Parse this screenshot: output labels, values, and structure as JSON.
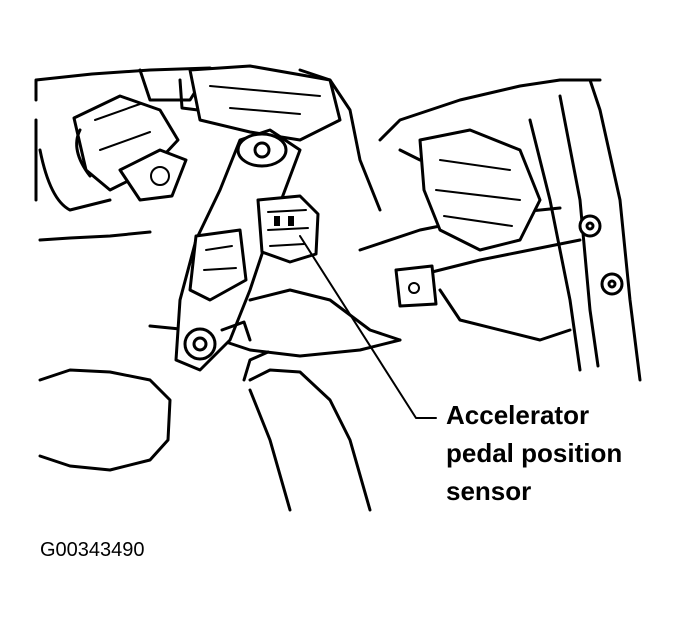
{
  "callout": {
    "line1": "Accelerator",
    "line2": "pedal position",
    "line3": "sensor"
  },
  "figure_id": "G00343490"
}
